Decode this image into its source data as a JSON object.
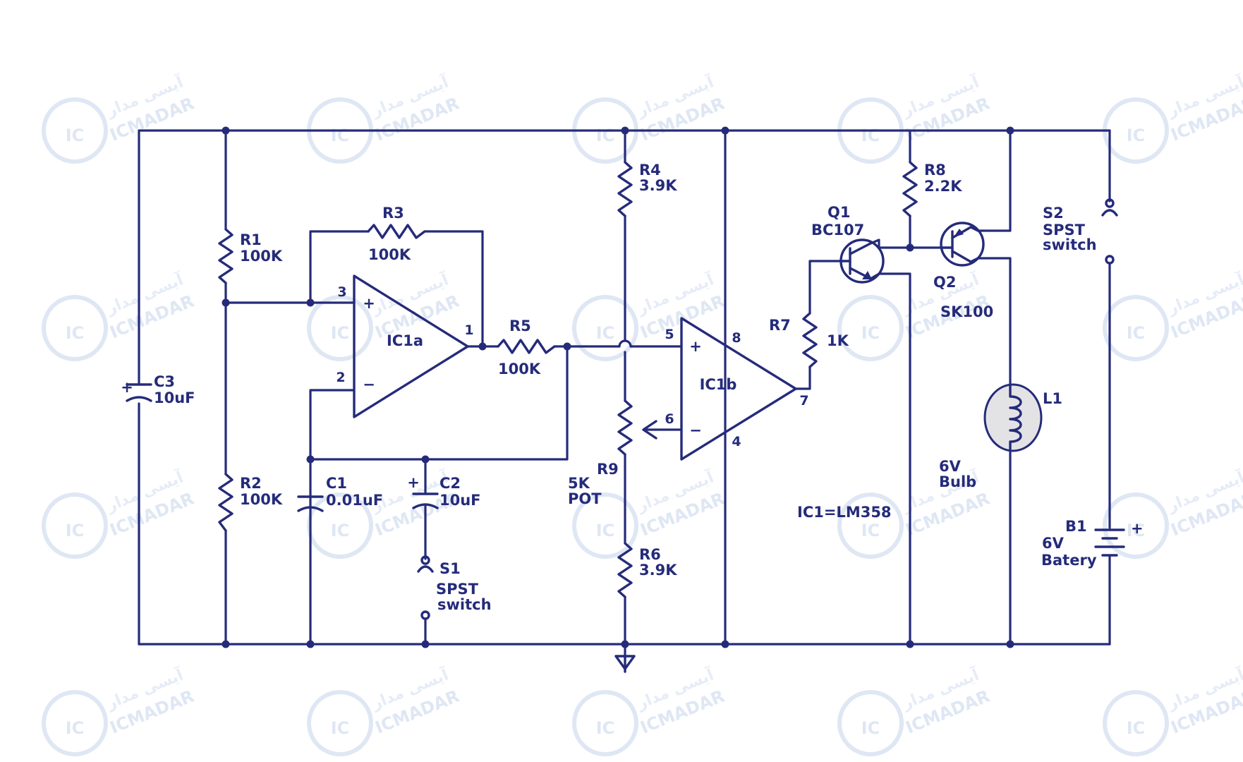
{
  "watermark": {
    "latin": "ICMADAR",
    "persian": "آیسی مدار",
    "badge": "IC"
  },
  "colors": {
    "ink": "#252b7a",
    "watermark": "#dfe7f4",
    "bulb_fill": "#e3e3e5"
  },
  "labels": {
    "c3": "C3",
    "c3_val": "10uF",
    "r1": "R1",
    "r1_val": "100K",
    "r2": "R2",
    "r2_val": "100K",
    "r3": "R3",
    "r3_val": "100K",
    "ic1a": "IC1a",
    "r5": "R5",
    "r5_val": "100K",
    "c1": "C1",
    "c1_val": "0.01uF",
    "c2": "C2",
    "c2_val": "10uF",
    "s1": "S1",
    "s1_type": "SPST",
    "s1_kind": "switch",
    "r4": "R4",
    "r4_val": "3.9K",
    "r9": "R9",
    "r9_val": "5K",
    "r9_type": "POT",
    "r6": "R6",
    "r6_val": "3.9K",
    "ic1b": "IC1b",
    "ic_note": "IC1=LM358",
    "r7": "R7",
    "r7_val": "1K",
    "q1": "Q1",
    "q1_part": "BC107",
    "r8": "R8",
    "r8_val": "2.2K",
    "q2": "Q2",
    "q2_part": "SK100",
    "l1": "L1",
    "l1_volt": "6V",
    "l1_kind": "Bulb",
    "s2": "S2",
    "s2_type": "SPST",
    "s2_kind": "switch",
    "b1": "B1",
    "b1_volt": "6V",
    "b1_kind": "Batery"
  },
  "pins": {
    "ic1a_noninv": "3",
    "ic1a_inv": "2",
    "ic1a_out": "1",
    "ic1b_noninv": "5",
    "ic1b_inv": "6",
    "ic1b_vcc": "8",
    "ic1b_gnd": "4",
    "ic1b_out": "7"
  },
  "polarity": {
    "plus": "+",
    "minus": "−"
  }
}
